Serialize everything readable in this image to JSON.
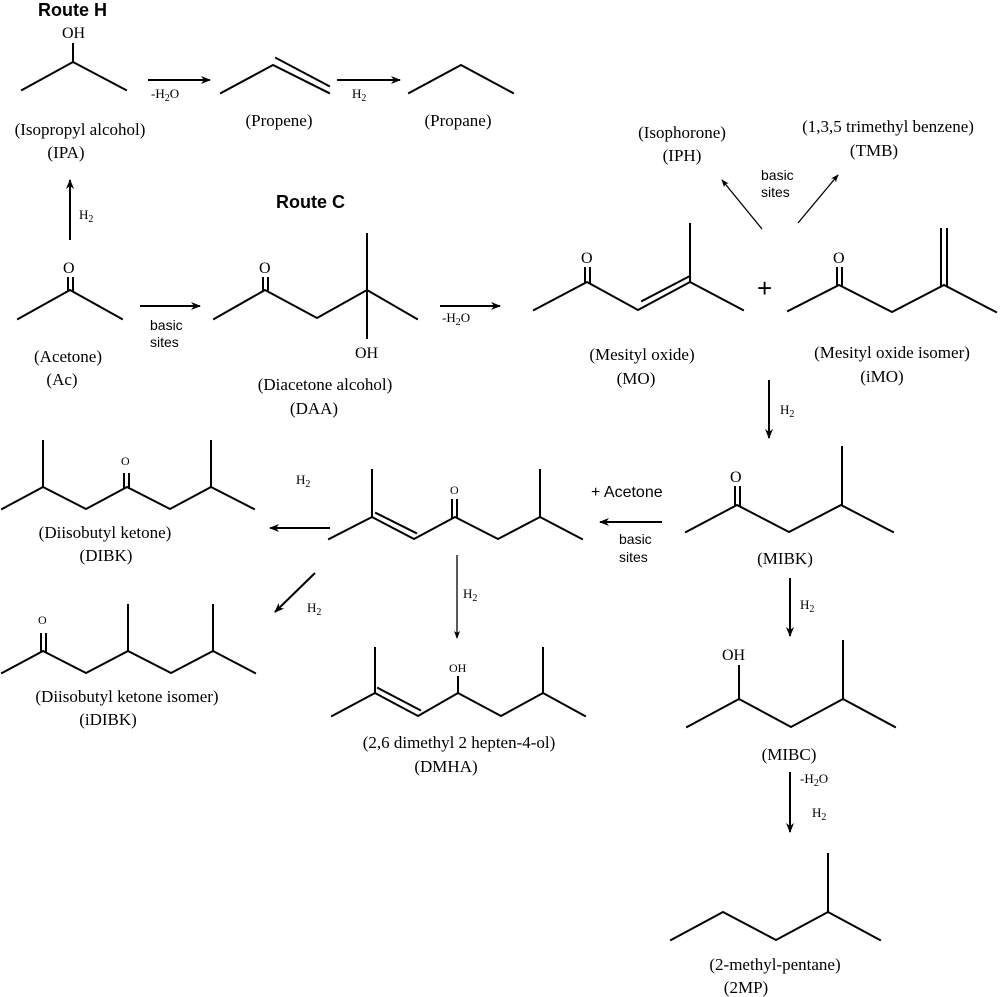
{
  "routes": {
    "route_h": "Route H",
    "route_c": "Route C"
  },
  "compounds": {
    "ipa": {
      "name": "(Isopropyl alcohol)",
      "abbr": "(IPA)",
      "atom": "OH"
    },
    "propene": {
      "name": "(Propene)"
    },
    "propane": {
      "name": "(Propane)"
    },
    "acetone": {
      "name": "(Acetone)",
      "abbr": "(Ac)",
      "atom": "O"
    },
    "daa": {
      "name": "(Diacetone alcohol)",
      "abbr": "(DAA)",
      "atom_o": "O",
      "atom_oh": "OH"
    },
    "mo": {
      "name": "(Mesityl oxide)",
      "abbr": "(MO)",
      "atom": "O"
    },
    "imo": {
      "name": "(Mesityl oxide isomer)",
      "abbr": "(iMO)",
      "atom": "O"
    },
    "iph": {
      "name": "(Isophorone)",
      "abbr": "(IPH)"
    },
    "tmb": {
      "name": "(1,3,5 trimethyl benzene)",
      "abbr": "(TMB)"
    },
    "mibk": {
      "abbr": "(MIBK)",
      "atom": "O"
    },
    "mibc": {
      "abbr": "(MIBC)",
      "atom": "OH"
    },
    "mp2": {
      "name": "(2-methyl-pentane)",
      "abbr": "(2MP)"
    },
    "dibk": {
      "name": "(Diisobutyl ketone)",
      "abbr": "(DIBK)",
      "atom": "O"
    },
    "idibk": {
      "name": "(Diisobutyl ketone isomer)",
      "abbr": "(iDIBK)",
      "atom": "O"
    },
    "phorone_int": {
      "atom": "O"
    },
    "dmha": {
      "name": "(2,6 dimethyl 2 hepten-4-ol)",
      "abbr": "(DMHA)",
      "atom": "OH"
    }
  },
  "conditions": {
    "minus_h2o_prefix": "-H",
    "minus_h2o_suffix": "O",
    "sub2": "2",
    "h2": "H",
    "basic": "basic",
    "sites": "sites",
    "plus_acetone": "+ Acetone",
    "plus": "+"
  }
}
